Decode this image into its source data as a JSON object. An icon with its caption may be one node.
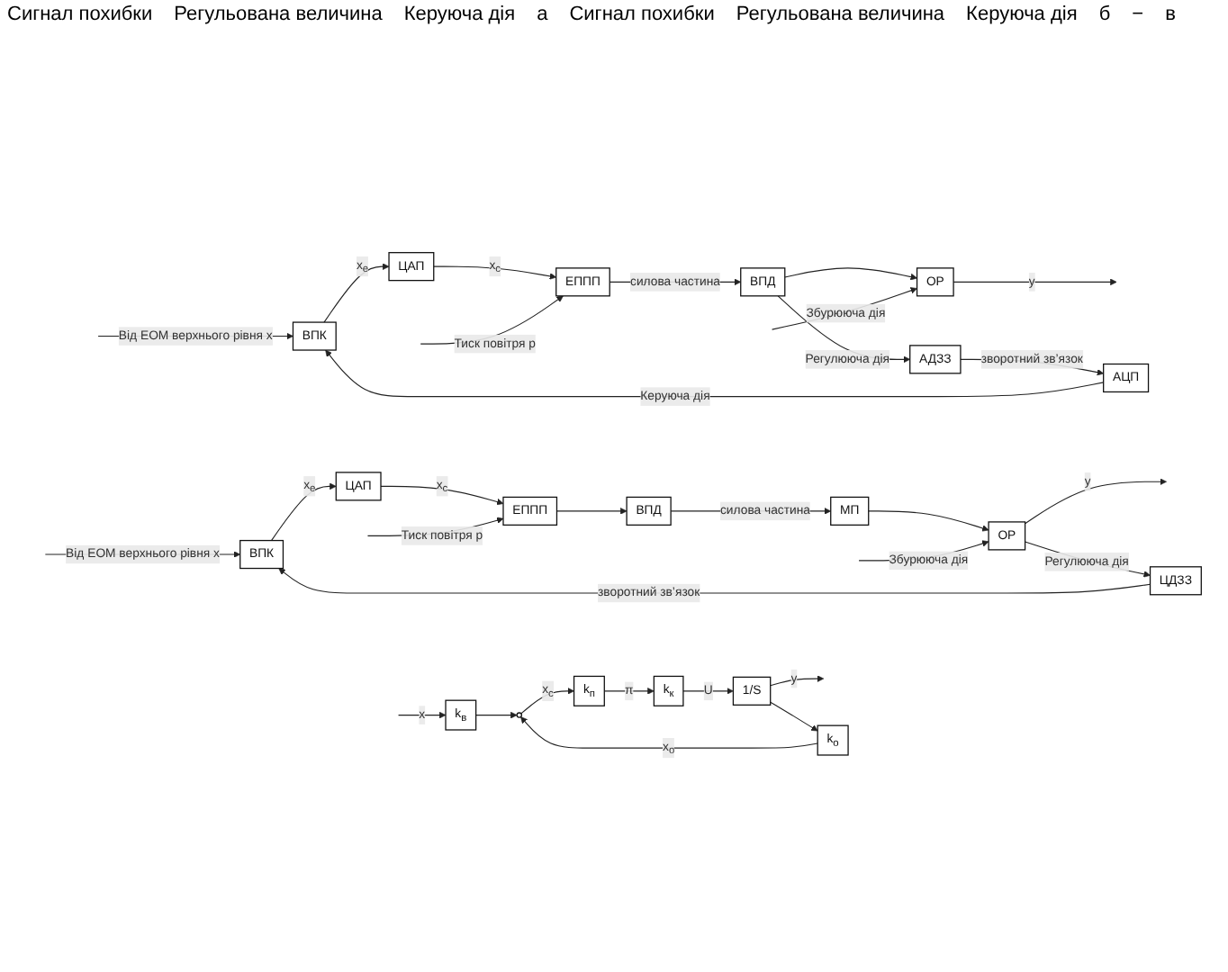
{
  "diagram": {
    "nodes": [
      {
        "text": [
          "ВПК"
        ]
      },
      {
        "text": [
          "ЦАП"
        ]
      },
      {
        "text": [
          "ЕППП"
        ]
      },
      {
        "text": [
          "ВПД"
        ]
      },
      {
        "text": [
          "ОР"
        ]
      },
      {
        "text": [
          "АДЗЗ"
        ]
      },
      {
        "text": [
          "АЦП"
        ]
      },
      {
        "text": [
          "ВПК"
        ]
      },
      {
        "text": [
          "ЦАП"
        ]
      },
      {
        "text": [
          "ЕППП"
        ]
      },
      {
        "text": [
          "ВПД"
        ]
      },
      {
        "text": [
          "МП"
        ]
      },
      {
        "text": [
          "ОР"
        ]
      },
      {
        "text": [
          "ЦДЗЗ"
        ]
      },
      {
        "text": [
          "k$_{в}$"
        ]
      },
      {
        "text": [],
        "shape": "circle"
      },
      {
        "text": [
          "k$_{п}$"
        ]
      },
      {
        "text": [
          "k$_{к}$"
        ]
      },
      {
        "text": [
          "1/S"
        ]
      },
      {
        "text": [
          "k$_{о}$"
        ]
      }
    ],
    "edges": [
      {
        "from": null,
        "to": 0,
        "arrow": "to",
        "label": "Від ЕОМ верхнього рівня x"
      },
      {
        "from": 0,
        "to": 1,
        "arrow": "to",
        "label": "x$_{e}$"
      },
      {
        "from": 1,
        "to": 2,
        "arrow": "to",
        "label": "x$_{c}$"
      },
      {
        "from": null,
        "to": 2,
        "arrow": "to",
        "label": "Тиск повітря p"
      },
      {
        "from": 2,
        "to": 3,
        "arrow": "to",
        "label": "силова частина"
      },
      {
        "from": 3,
        "to": 4,
        "arrow": "to"
      },
      {
        "from": null,
        "to": 4,
        "arrow": "to",
        "label": "Збурююча дія"
      },
      {
        "from": 4,
        "to": null,
        "arrow": "to",
        "label": "y"
      },
      {
        "from": 3,
        "to": 5,
        "arrow": "to",
        "label": "Регулююча дія"
      },
      {
        "from": 5,
        "to": 6,
        "arrow": "to",
        "label": "зворотний зв’язок"
      },
      {
        "from": 6,
        "to": 0,
        "arrow": "to",
        "label": "Керуюча дія"
      },
      {
        "from": null,
        "to": 7,
        "arrow": "to",
        "label": "Від ЕОМ верхнього рівня x"
      },
      {
        "from": 7,
        "to": 8,
        "arrow": "to",
        "label": "x$_{e}$"
      },
      {
        "from": 8,
        "to": 9,
        "arrow": "to",
        "label": "x$_{c}$"
      },
      {
        "from": null,
        "to": 9,
        "arrow": "to",
        "label": "Тиск повітря p"
      },
      {
        "from": 9,
        "to": 10,
        "arrow": "to"
      },
      {
        "from": 10,
        "to": 11,
        "arrow": "to",
        "label": "силова частина"
      },
      {
        "from": 11,
        "to": 12,
        "arrow": "to"
      },
      {
        "from": null,
        "to": 12,
        "arrow": "to",
        "label": "Збурююча дія"
      },
      {
        "from": 12,
        "to": null,
        "arrow": "to",
        "label": "y"
      },
      {
        "from": 12,
        "to": 13,
        "arrow": "to",
        "label": "Регулююча дія"
      },
      {
        "from": 13,
        "to": 7,
        "arrow": "to",
        "label": "зворотний зв’язок"
      },
      {
        "from": null,
        "to": 14,
        "arrow": "to",
        "label": "x"
      },
      {
        "from": 14,
        "to": 15,
        "arrow": "to"
      },
      {
        "from": 15,
        "to": 16,
        "arrow": "to",
        "label": "x$_{c}$"
      },
      {
        "from": 16,
        "to": 17,
        "arrow": "to",
        "label": "π"
      },
      {
        "from": 17,
        "to": 18,
        "arrow": "to",
        "label": "U"
      },
      {
        "from": 18,
        "to": null,
        "arrow": "to",
        "label": "y"
      },
      {
        "from": 18,
        "to": 19,
        "arrow": "to"
      },
      {
        "from": 19,
        "to": 15,
        "arrow": "to",
        "label": "x$_{о}$"
      }
    ],
    "labels": [
      "Сигнал похибки",
      "Регульована величина",
      "Керуюча дія",
      "а",
      "Сигнал похибки",
      "Регульована величина",
      "Керуюча дія",
      "б",
      "−",
      "в"
    ]
  }
}
